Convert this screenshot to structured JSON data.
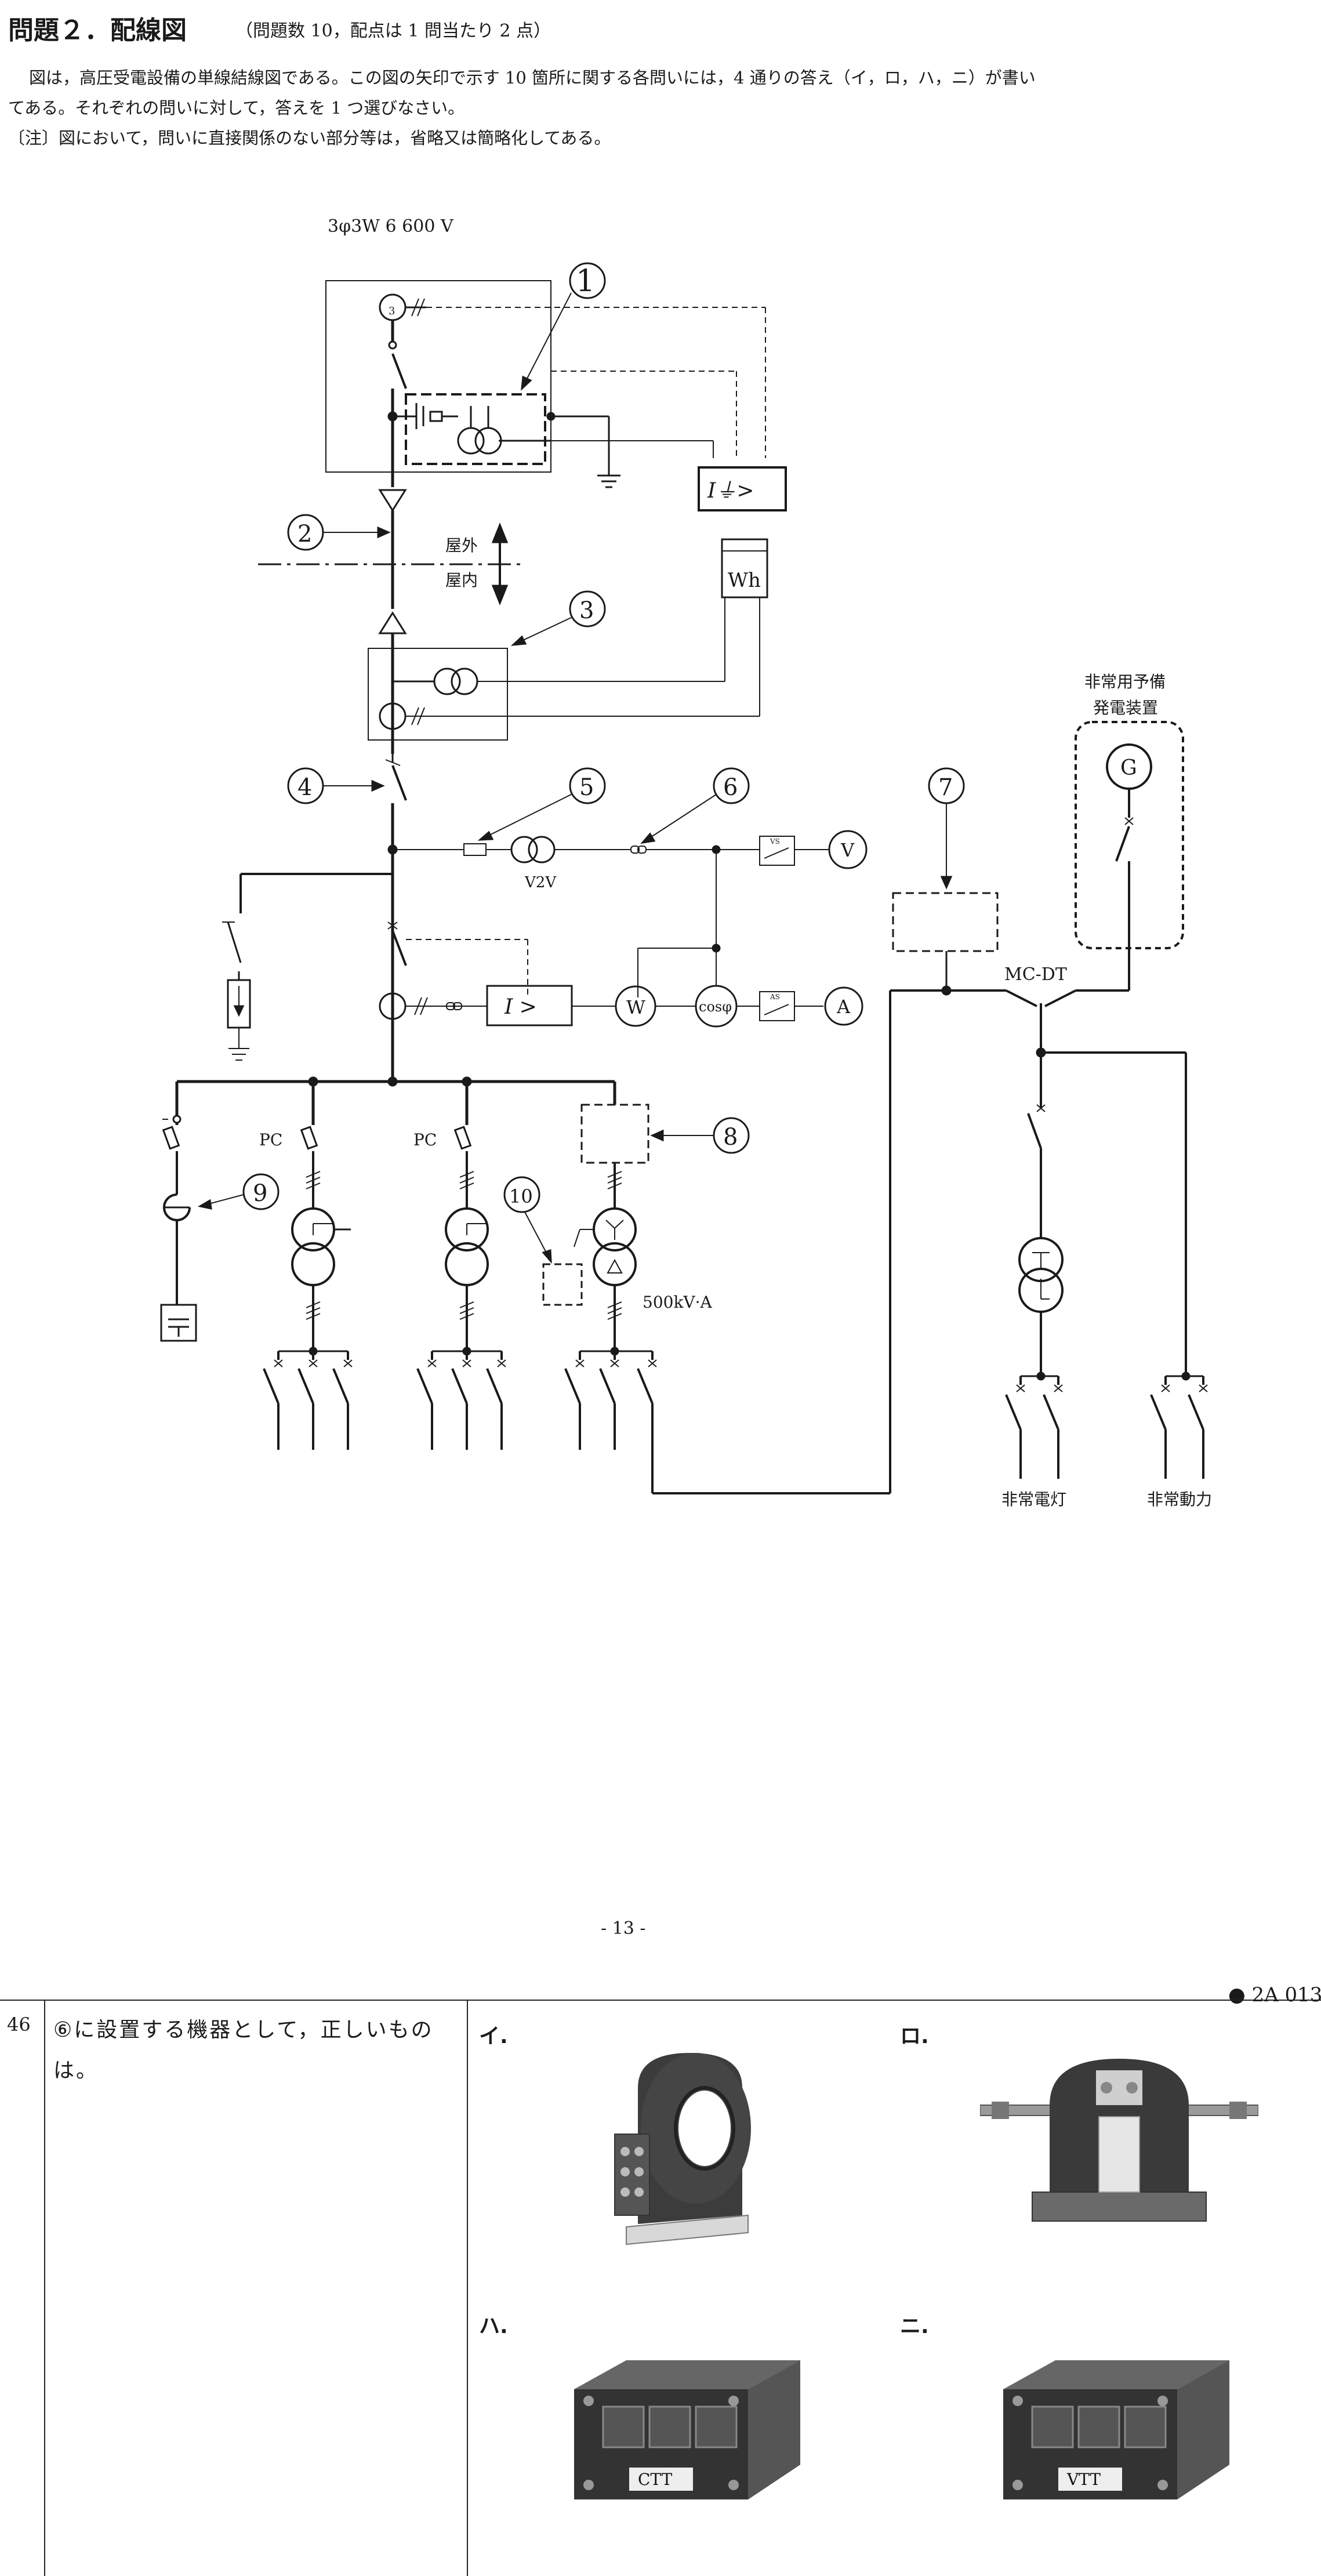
{
  "header": {
    "title": "問題２．配線図",
    "note": "（問題数 10，配点は 1 問当たり 2 点）"
  },
  "intro": {
    "line1": "図は，高圧受電設備の単線結線図である。この図の矢印で示す 10 箇所に関する各問いには，4 通りの答え（イ，ロ，ハ，ニ）が書い",
    "line2": "てある。それぞれの問いに対して，答えを 1 つ選びなさい。",
    "line3": "〔注〕図において，問いに直接関係のない部分等は，省略又は簡略化してある。"
  },
  "diagram": {
    "supply": "3φ3W  6 600 V",
    "outdoor": "屋外",
    "indoor": "屋内",
    "wh": "Wh",
    "ocgr": "I⏚>",
    "oc": "I >",
    "v2v": "V2V",
    "vs": "VS",
    "as": "AS",
    "v": "V",
    "w": "W",
    "cos": "cosφ",
    "a": "A",
    "g": "G",
    "gen_line1": "非常用予備",
    "gen_line2": "発電装置",
    "mcdt": "MC-DT",
    "pc1": "PC",
    "pc2": "PC",
    "kva": "500kV·A",
    "emerg_light": "非常電灯",
    "emerg_power": "非常動力",
    "markers": [
      "①",
      "②",
      "③",
      "④",
      "⑤",
      "⑥",
      "⑦",
      "⑧",
      "⑨",
      "⑩"
    ]
  },
  "footer": {
    "page": "- 13 -",
    "code": "● 2A 013"
  },
  "question": {
    "number": "46",
    "text": "⑥に設置する機器として，正しいものは。",
    "choices": [
      {
        "label": "イ.",
        "desc": "ring-type current transformer (ZCT)"
      },
      {
        "label": "ロ.",
        "desc": "window-type current transformer (CT)"
      },
      {
        "label": "ハ.",
        "desc": "test terminal block",
        "plate": "CTT"
      },
      {
        "label": "ニ.",
        "desc": "test terminal block",
        "plate": "VTT"
      }
    ]
  }
}
